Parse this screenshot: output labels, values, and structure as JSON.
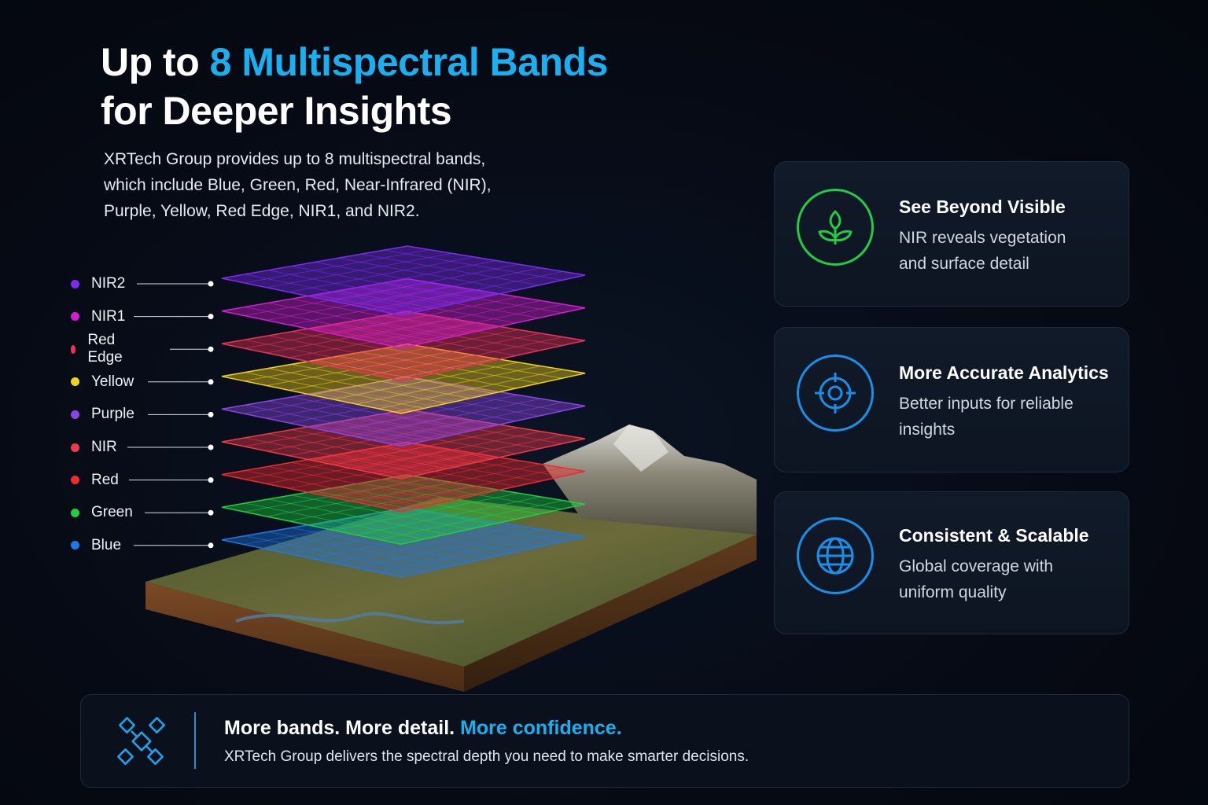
{
  "heading": {
    "line1_plain": "Up to ",
    "line1_accent": "8 Multispectral Bands",
    "line2": "for Deeper Insights"
  },
  "intro": {
    "line1": "XRTech Group provides up to 8 multispectral bands,",
    "line2": "which include Blue, Green, Red, Near-Infrared (NIR),",
    "line3": "Purple, Yellow, Red Edge, NIR1, and NIR2."
  },
  "bands": [
    {
      "label": "NIR2",
      "color": "#7a2cf0"
    },
    {
      "label": "NIR1",
      "color": "#d21fd0"
    },
    {
      "label": "Red Edge",
      "color": "#f0325a"
    },
    {
      "label": "Yellow",
      "color": "#f3d21a"
    },
    {
      "label": "Purple",
      "color": "#8a44e6"
    },
    {
      "label": "NIR",
      "color": "#f23a4a"
    },
    {
      "label": "Red",
      "color": "#f02a30"
    },
    {
      "label": "Green",
      "color": "#1ed040"
    },
    {
      "label": "Blue",
      "color": "#1e78e8"
    }
  ],
  "features": [
    {
      "icon": "sprout-icon",
      "title": "See Beyond Visible",
      "line1": "NIR reveals vegetation",
      "line2": "and surface detail",
      "color": "#22cc44"
    },
    {
      "icon": "target-icon",
      "title": "More Accurate Analytics",
      "line1": "Better inputs for reliable",
      "line2": "insights",
      "color": "#1a8fe8"
    },
    {
      "icon": "globe-icon",
      "title": "Consistent & Scalable",
      "line1": "Global coverage with",
      "line2": "uniform quality",
      "color": "#1a8fe8"
    }
  ],
  "banner": {
    "icon": "satellite-icon",
    "head_plain": "More bands. More detail. ",
    "head_accent": "More confidence.",
    "sub": "XRTech Group delivers the spectral depth you need to make smarter decisions."
  },
  "colors": {
    "accent": "#1ab0f0",
    "background": "#060a14"
  }
}
